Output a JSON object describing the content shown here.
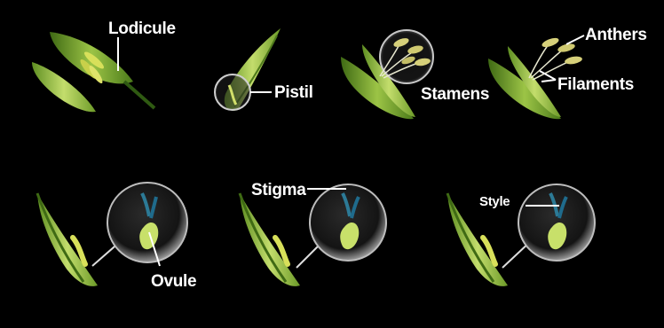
{
  "labels": {
    "lodicule": "Lodicule",
    "pistil": "Pistil",
    "stamens": "Stamens",
    "anthers": "Anthers",
    "filaments": "Filaments",
    "stigma": "Stigma",
    "ovule": "Ovule",
    "style": "Style"
  },
  "colors": {
    "background": "#000000",
    "label": "#ffffff",
    "husk": "#8fb83a",
    "husk_dark": "#4f7a1c",
    "anther": "#d8d27a",
    "stigma": "#1f6b8c"
  }
}
